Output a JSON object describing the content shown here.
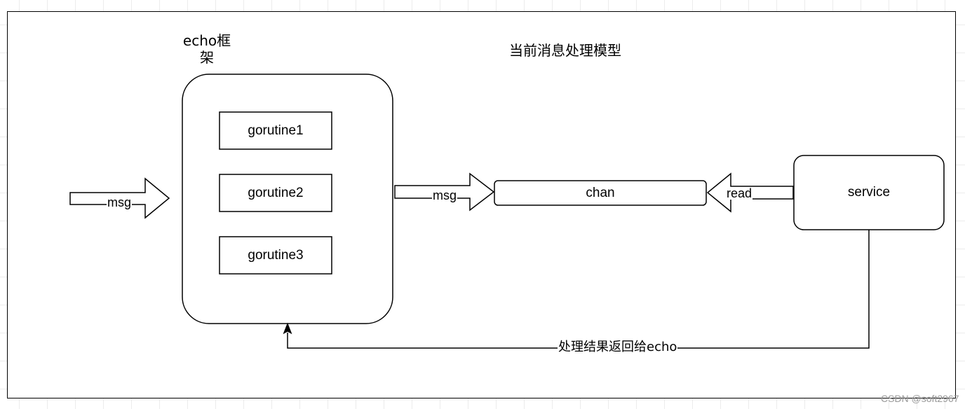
{
  "diagram": {
    "title": "当前消息处理模型",
    "framework_label": "echo框架",
    "goroutines": [
      "gorutine1",
      "gorutine2",
      "gorutine3"
    ],
    "input_arrow_label": "msg",
    "output_arrow_label": "msg",
    "channel_label": "chan",
    "read_arrow_label": "read",
    "service_label": "service",
    "return_label": "处理结果返回给echo",
    "watermark": "CSDN @soft2967"
  }
}
